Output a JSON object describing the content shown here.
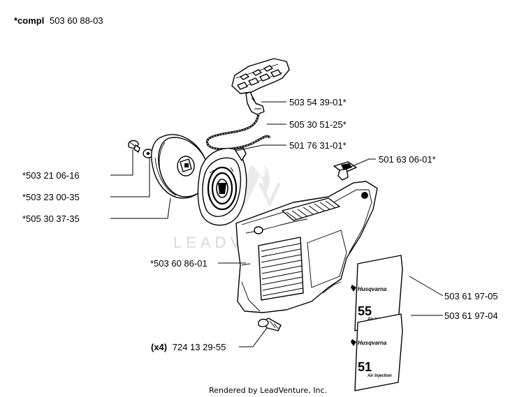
{
  "assembly": {
    "prefix": "*compl",
    "number": "503 60 88-03"
  },
  "labels": {
    "handle": "503 54 39-01*",
    "rope": "505 30 51-25*",
    "spring": "501 76 31-01*",
    "valve": "501 63 06-01*",
    "screw_center": "*503 21 06-16",
    "washer": "*503 23 00-35",
    "pulley": "*505 30 37-35",
    "cover": "*503 60 86-01",
    "decal_55": "503 61 97-05",
    "decal_51": "503 61 97-04",
    "screw_qty": "(x4)",
    "screw": "724 13 29-55"
  },
  "decals": {
    "brand": "Husqvarna",
    "model_55": "55",
    "model_51": "51",
    "tagline": "Air Injection"
  },
  "watermark": "LEADVENTURE",
  "footer": "Rendered by LeadVenture, Inc."
}
